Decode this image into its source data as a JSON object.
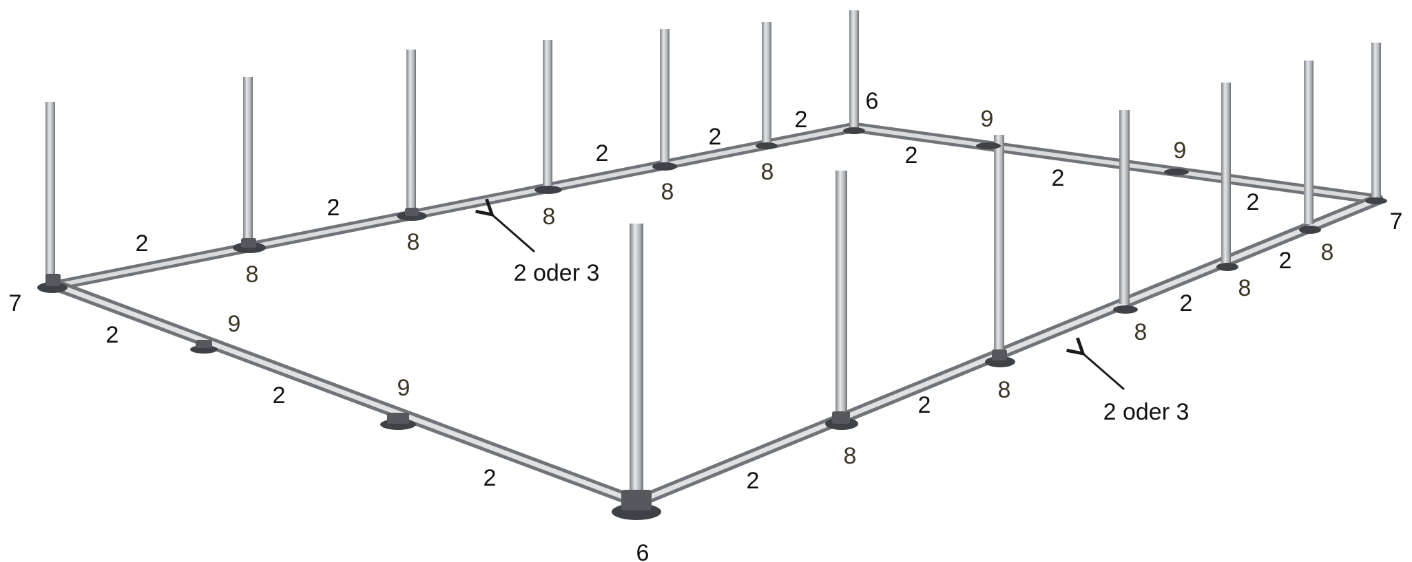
{
  "diagram": {
    "colors": {
      "pipe": "#b9bcbf",
      "pipe_shadow": "#7d8185",
      "foot": "#3e4246",
      "label": "#111111",
      "label_olive": "#3a3626",
      "arrow": "#1a1a1a"
    },
    "labels": {
      "pipe": "2",
      "corner_back": "6",
      "corner_front": "6",
      "corner_left": "7",
      "corner_right": "7",
      "post_base": "8",
      "ground_foot": "9"
    },
    "notes": {
      "left": "2 oder 3",
      "right": "2 oder 3"
    }
  }
}
